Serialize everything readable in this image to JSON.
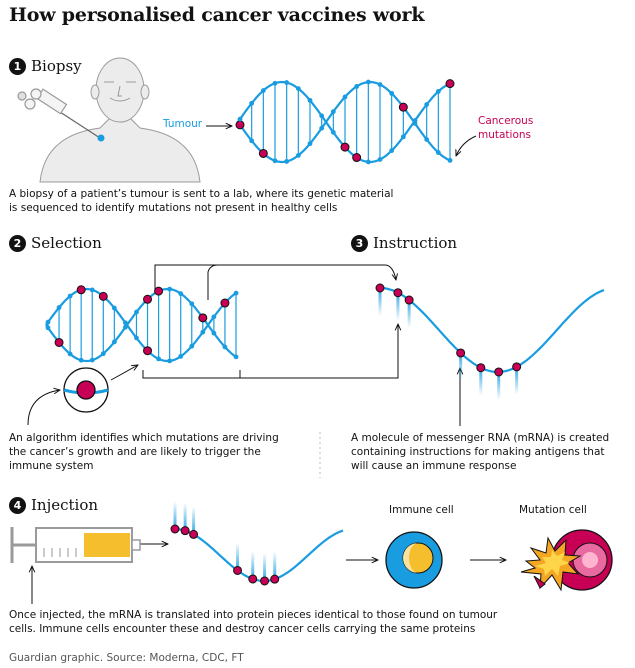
{
  "title": "How personalised cancer vaccines work",
  "steps": {
    "biopsy": {
      "number": "1",
      "heading": "Biopsy",
      "tumour_label": "Tumour",
      "mutations_label_1": "Cancerous",
      "mutations_label_2": "mutations",
      "caption_1": "A biopsy of a patient’s tumour is sent to a lab, where its genetic material",
      "caption_2": "is sequenced to identify mutations not present in healthy cells"
    },
    "selection": {
      "number": "2",
      "heading": "Selection",
      "caption_1": "An algorithm identifies which mutations are driving",
      "caption_2": "the cancer’s growth and are likely to trigger the",
      "caption_3": "immune system"
    },
    "instruction": {
      "number": "3",
      "heading": "Instruction",
      "caption_1": "A molecule of messenger RNA (mRNA) is created",
      "caption_2": "containing instructions for making antigens that",
      "caption_3": "will cause an immune response"
    },
    "injection": {
      "number": "4",
      "heading": "Injection",
      "immune_cell_label": "Immune cell",
      "mutation_cell_label": "Mutation cell",
      "caption_1": "Once injected, the mRNA is translated into protein pieces identical to those found on tumour",
      "caption_2": "cells. Immune cells encounter these and destroy cancer cells carrying the same proteins"
    }
  },
  "source": "Guardian graphic. Source: Moderna, CDC, FT",
  "colors": {
    "dna_blue": "#199ce0",
    "mutation_red": "#c70055",
    "immune_yellow": "#f5be2c",
    "explosion_orange": "#f5a623"
  }
}
